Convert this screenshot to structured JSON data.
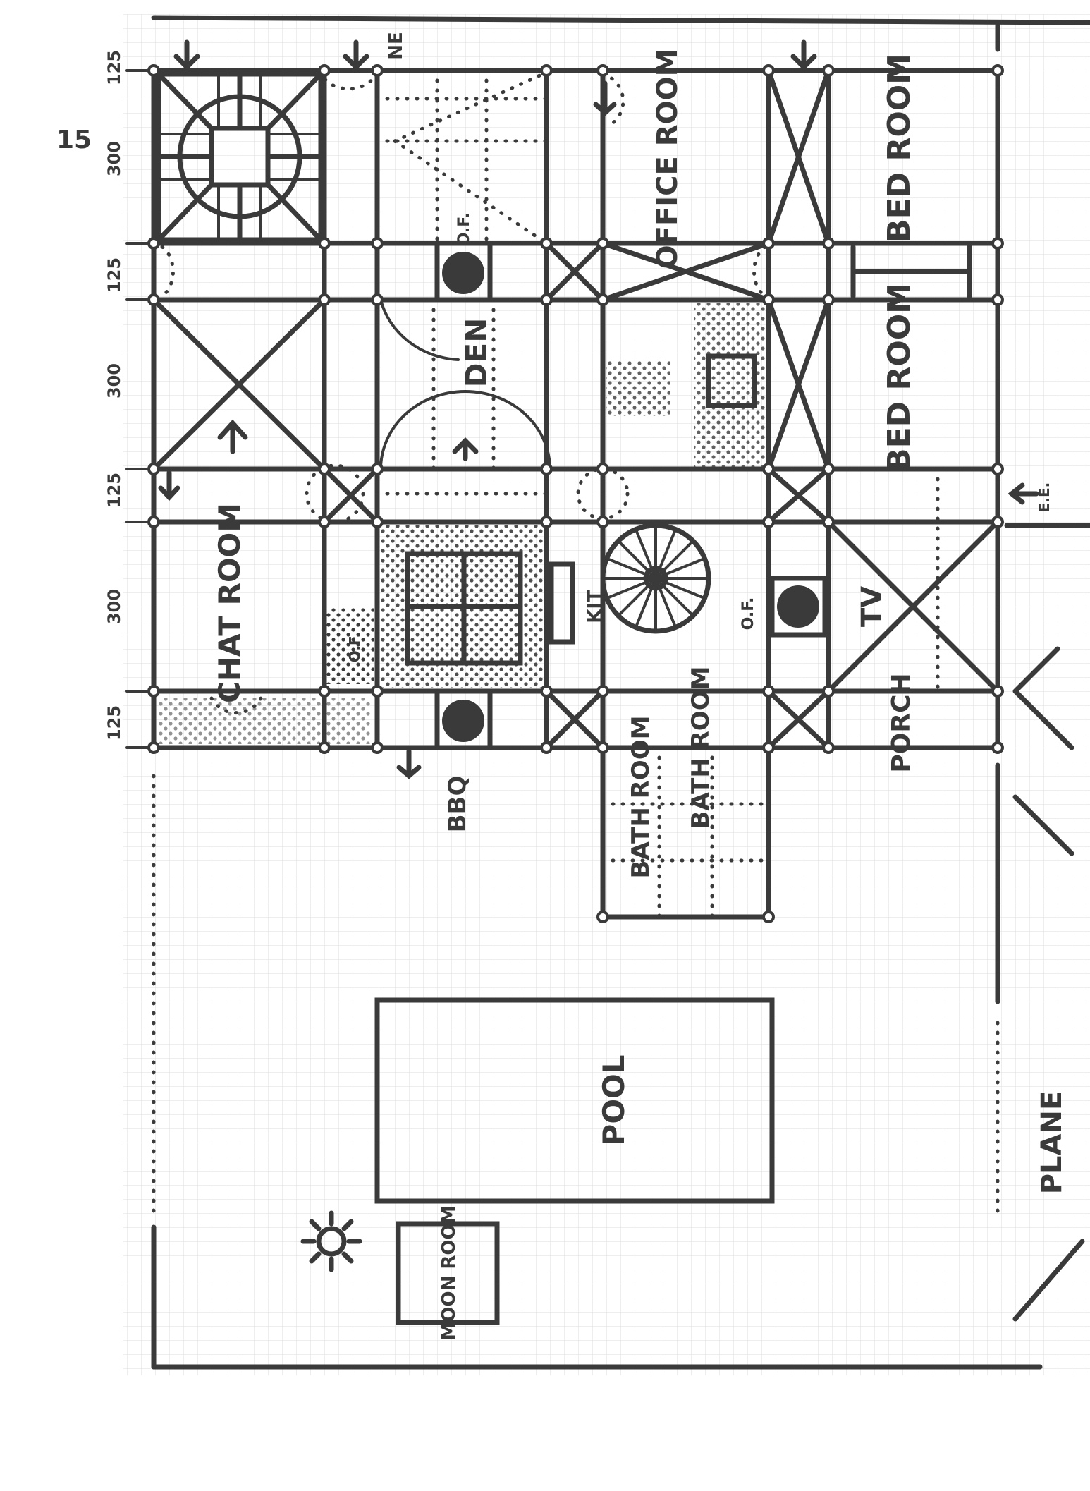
{
  "sheet": {
    "page_number": "15"
  },
  "dimensions": {
    "left": [
      "125",
      "300",
      "125",
      "300",
      "125",
      "300",
      "125"
    ]
  },
  "rooms": {
    "office_room": "OFFICE ROOM",
    "bedroom_top": "BED ROOM",
    "bedroom_mid": "BED ROOM",
    "den": "DEN",
    "chat_room": "CHAT ROOM",
    "tv": "TV",
    "kit": "KIT",
    "porch": "PORCH",
    "bath_room": "BATH ROOM",
    "bathroom_annex": "BATH ROOM",
    "pool": "POOL",
    "moon_room": "MOON ROOM"
  },
  "fixtures": {
    "of_top": "O.F.",
    "of_right": "O.F.",
    "of_kitchen": "O.F.",
    "bbq": "BBQ"
  },
  "annotations": {
    "ne": "NE",
    "ee": "E.E.",
    "south_plane": "PLANE"
  },
  "colors": {
    "ink": "#3a3a3a",
    "grid": "#d9d9d9",
    "paper": "#ffffff"
  }
}
